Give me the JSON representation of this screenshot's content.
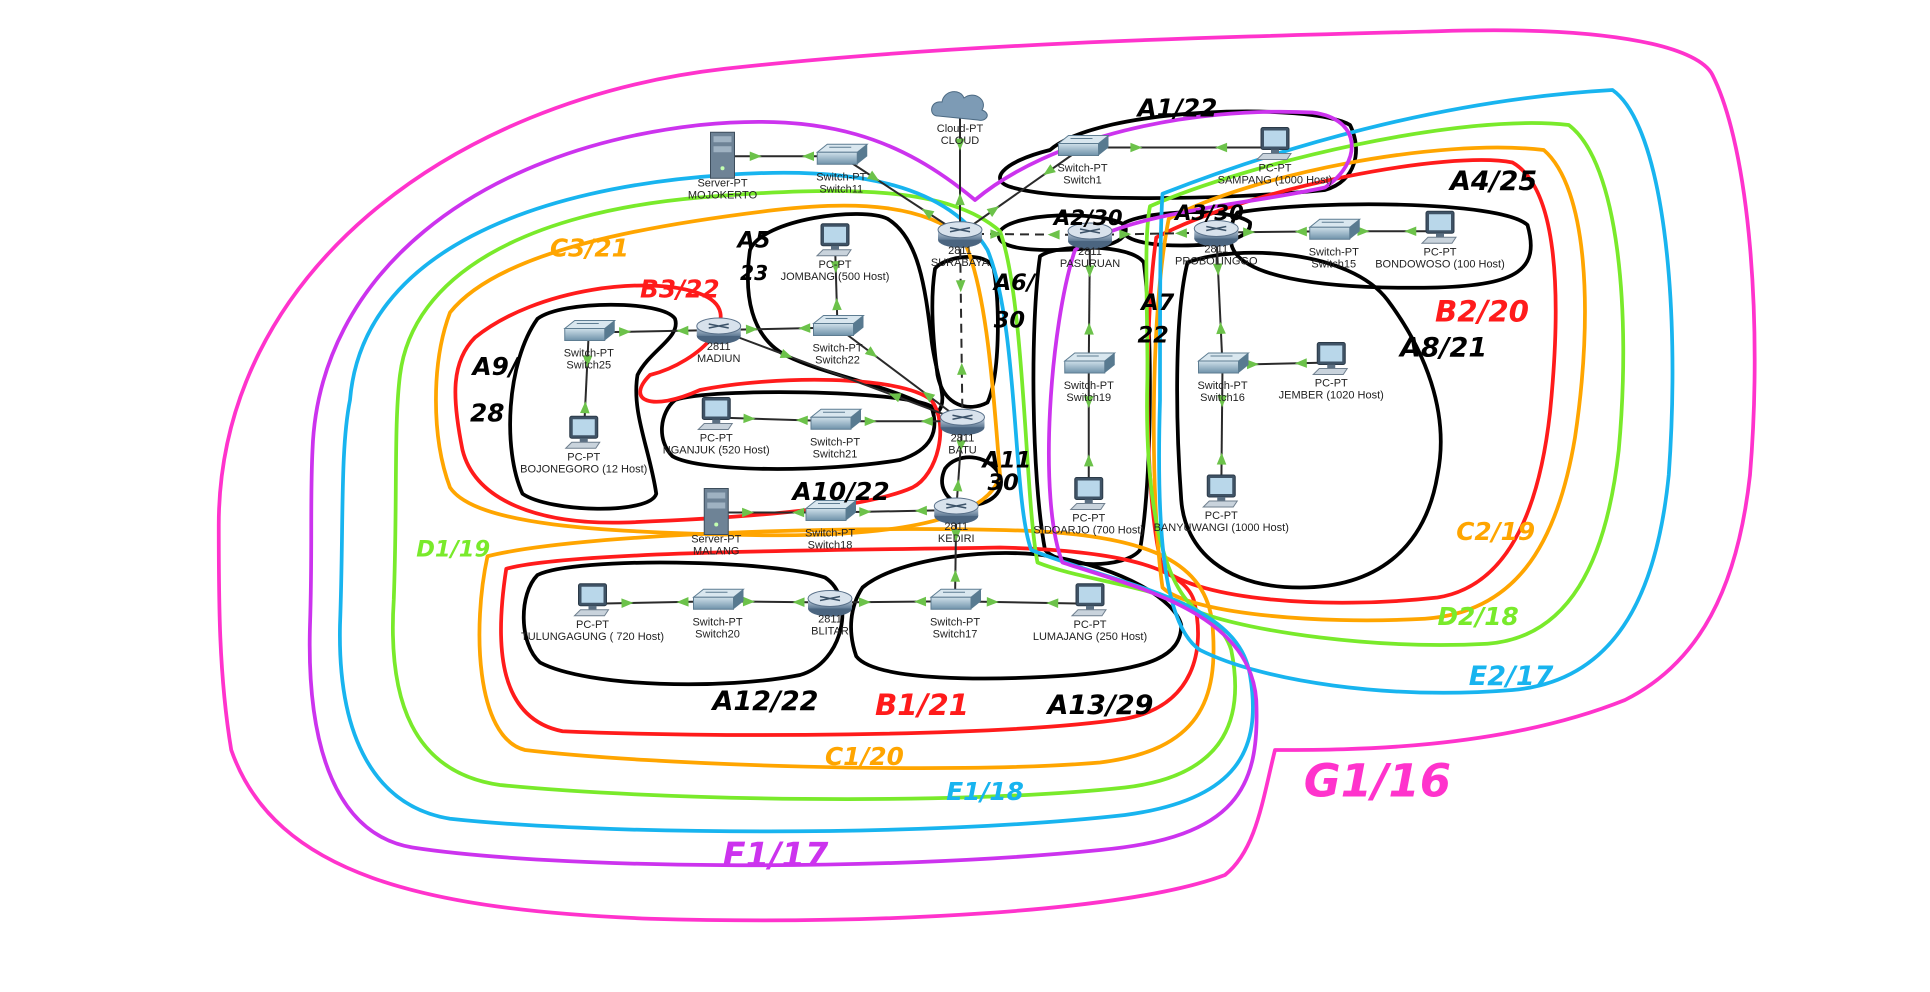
{
  "colors": {
    "black": "#000000",
    "red": "#ff1b1b",
    "orange": "#ffa500",
    "green": "#79ea2b",
    "blue": "#18b4ef",
    "purple": "#cc33ee",
    "magenta": "#ff33cc",
    "link": "#2a2a2a",
    "arrow": "#6cc24a"
  },
  "devices": [
    {
      "id": "cloud",
      "kind": "cloud",
      "type": "Cloud-PT",
      "name": "CLOUD"
    },
    {
      "id": "srv_mojokerto",
      "kind": "server",
      "type": "Server-PT",
      "name": "MOJOKERTO"
    },
    {
      "id": "sw_mojokerto",
      "kind": "switch",
      "type": "Switch-PT",
      "name": "Switch11"
    },
    {
      "id": "r_surabaya",
      "kind": "router",
      "type": "2811",
      "name": "SURABAYA"
    },
    {
      "id": "sw_sampang",
      "kind": "switch",
      "type": "Switch-PT",
      "name": "Switch1"
    },
    {
      "id": "pc_sampang",
      "kind": "pc",
      "type": "PC-PT",
      "name": "SAMPANG (1000 Host)"
    },
    {
      "id": "r_pasuruan",
      "kind": "router",
      "type": "2811",
      "name": "PASURUAN"
    },
    {
      "id": "r_probolinggo",
      "kind": "router",
      "type": "2811",
      "name": "PROBOLINGGO"
    },
    {
      "id": "sw_bondowoso",
      "kind": "switch",
      "type": "Switch-PT",
      "name": "Switch15"
    },
    {
      "id": "pc_bondowoso",
      "kind": "pc",
      "type": "PC-PT",
      "name": "BONDOWOSO (100 Host)"
    },
    {
      "id": "pc_jombang",
      "kind": "pc",
      "type": "PC-PT",
      "name": "JOMBANG (500 Host)"
    },
    {
      "id": "sw_jombang",
      "kind": "switch",
      "type": "Switch-PT",
      "name": "Switch22"
    },
    {
      "id": "r_madiun",
      "kind": "router",
      "type": "2811",
      "name": "MADIUN"
    },
    {
      "id": "sw_bojonegoro",
      "kind": "switch",
      "type": "Switch-PT",
      "name": "Switch25"
    },
    {
      "id": "pc_bojonegoro",
      "kind": "pc",
      "type": "PC-PT",
      "name": "BOJONEGORO (12 Host)"
    },
    {
      "id": "pc_nganjuk",
      "kind": "pc",
      "type": "PC-PT",
      "name": "NGANJUK (520 Host)"
    },
    {
      "id": "sw_nganjuk",
      "kind": "switch",
      "type": "Switch-PT",
      "name": "Switch21"
    },
    {
      "id": "r_batu",
      "kind": "router",
      "type": "2811",
      "name": "BATU"
    },
    {
      "id": "sw_sidoarjo",
      "kind": "switch",
      "type": "Switch-PT",
      "name": "Switch19"
    },
    {
      "id": "pc_sidoarjo",
      "kind": "pc",
      "type": "PC-PT",
      "name": "SIDOARJO (700 Host)"
    },
    {
      "id": "sw_jember",
      "kind": "switch",
      "type": "Switch-PT",
      "name": "Switch16"
    },
    {
      "id": "pc_jember",
      "kind": "pc",
      "type": "PC-PT",
      "name": "JEMBER (1020 Host)"
    },
    {
      "id": "pc_banyuwangi",
      "kind": "pc",
      "type": "PC-PT",
      "name": "BANYUWANGI (1000 Host)"
    },
    {
      "id": "srv_malang",
      "kind": "server",
      "type": "Server-PT",
      "name": "MALANG"
    },
    {
      "id": "sw_malang",
      "kind": "switch",
      "type": "Switch-PT",
      "name": "Switch18"
    },
    {
      "id": "r_kediri",
      "kind": "router",
      "type": "2811",
      "name": "KEDIRI"
    },
    {
      "id": "pc_tulungagung",
      "kind": "pc",
      "type": "PC-PT",
      "name": "TULUNGAGUNG ( 720 Host)"
    },
    {
      "id": "sw_tulungagung",
      "kind": "switch",
      "type": "Switch-PT",
      "name": "Switch20"
    },
    {
      "id": "r_blitar",
      "kind": "router",
      "type": "2811",
      "name": "BLITAR"
    },
    {
      "id": "sw_lumajang",
      "kind": "switch",
      "type": "Switch-PT",
      "name": "Switch17"
    },
    {
      "id": "pc_lumajang",
      "kind": "pc",
      "type": "PC-PT",
      "name": "LUMAJANG (250 Host)"
    }
  ],
  "annotations": [
    {
      "id": "A1",
      "text": "A1/22",
      "color": "black"
    },
    {
      "id": "A2",
      "text": "A2/30",
      "color": "black"
    },
    {
      "id": "A3",
      "text": "A3/30",
      "color": "black"
    },
    {
      "id": "A4",
      "text": "A4/25",
      "color": "black"
    },
    {
      "id": "A5a",
      "text": "A5",
      "color": "black"
    },
    {
      "id": "A5b",
      "text": "23",
      "color": "black"
    },
    {
      "id": "A6a",
      "text": "A6/",
      "color": "black"
    },
    {
      "id": "A6b",
      "text": "30",
      "color": "black"
    },
    {
      "id": "A7a",
      "text": "A7",
      "color": "black"
    },
    {
      "id": "A7b",
      "text": "22",
      "color": "black"
    },
    {
      "id": "A8",
      "text": "A8/21",
      "color": "black"
    },
    {
      "id": "A9a",
      "text": "A9/",
      "color": "black"
    },
    {
      "id": "A9b",
      "text": "28",
      "color": "black"
    },
    {
      "id": "A10",
      "text": "A10/22",
      "color": "black"
    },
    {
      "id": "A11a",
      "text": "A11",
      "color": "black"
    },
    {
      "id": "A11b",
      "text": "30",
      "color": "black"
    },
    {
      "id": "A12",
      "text": "A12/22",
      "color": "black"
    },
    {
      "id": "A13",
      "text": "A13/29",
      "color": "black"
    },
    {
      "id": "B1",
      "text": "B1/21",
      "color": "red"
    },
    {
      "id": "B2",
      "text": "B2/20",
      "color": "red"
    },
    {
      "id": "B3",
      "text": "B3/22",
      "color": "red"
    },
    {
      "id": "C1",
      "text": "C1/20",
      "color": "orange"
    },
    {
      "id": "C2",
      "text": "C2/19",
      "color": "orange"
    },
    {
      "id": "C3",
      "text": "C3/21",
      "color": "orange"
    },
    {
      "id": "D1",
      "text": "D1/19",
      "color": "green"
    },
    {
      "id": "D2",
      "text": "D2/18",
      "color": "green"
    },
    {
      "id": "E1",
      "text": "E1/18",
      "color": "blue"
    },
    {
      "id": "E2",
      "text": "E2/17",
      "color": "blue"
    },
    {
      "id": "F1",
      "text": "F1/17",
      "color": "purple"
    },
    {
      "id": "G1",
      "text": "G1/16",
      "color": "magenta"
    }
  ]
}
